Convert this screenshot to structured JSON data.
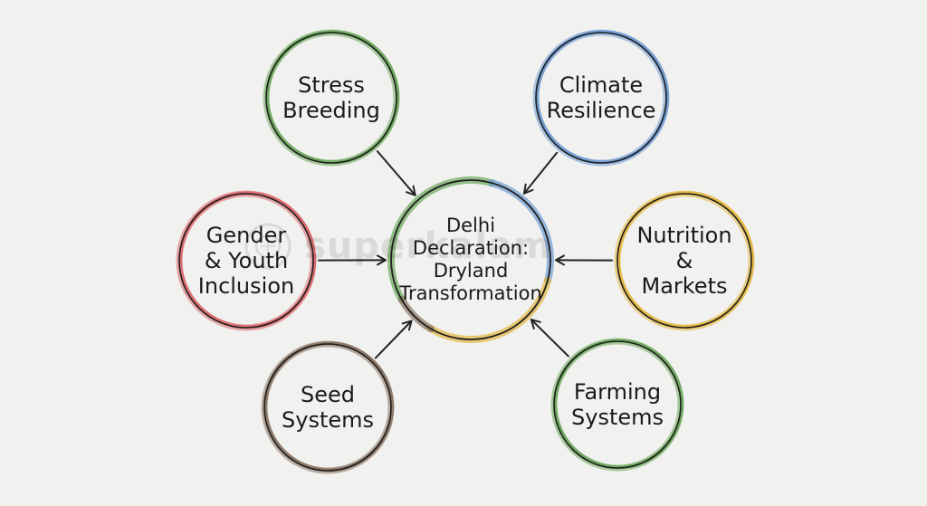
{
  "diagram": {
    "center": {
      "lines": [
        "Delhi",
        "Declaration:",
        "Dryland",
        "Transformation"
      ],
      "ring_colors": [
        "#6aa65a",
        "#6f9bd1",
        "#e3b73e",
        "#8a7360"
      ]
    },
    "nodes": [
      {
        "id": "stress-breeding",
        "lines": [
          "Stress",
          "Breeding"
        ],
        "color": "#6aa65a"
      },
      {
        "id": "climate-resilience",
        "lines": [
          "Climate",
          "Resilience"
        ],
        "color": "#6f9bd1"
      },
      {
        "id": "gender-youth-inclusion",
        "lines": [
          "Gender",
          "& Youth",
          "Inclusion"
        ],
        "color": "#d9686a"
      },
      {
        "id": "nutrition-markets",
        "lines": [
          "Nutrition",
          "&",
          "Markets"
        ],
        "color": "#e3b73e"
      },
      {
        "id": "seed-systems",
        "lines": [
          "Seed",
          "Systems"
        ],
        "color": "#8a7360"
      },
      {
        "id": "farming-systems",
        "lines": [
          "Farming",
          "Systems"
        ],
        "color": "#6aa65a"
      }
    ],
    "arrow_color": "#222222"
  },
  "watermark": {
    "text": "superkalam",
    "icon": "brain-icon"
  }
}
